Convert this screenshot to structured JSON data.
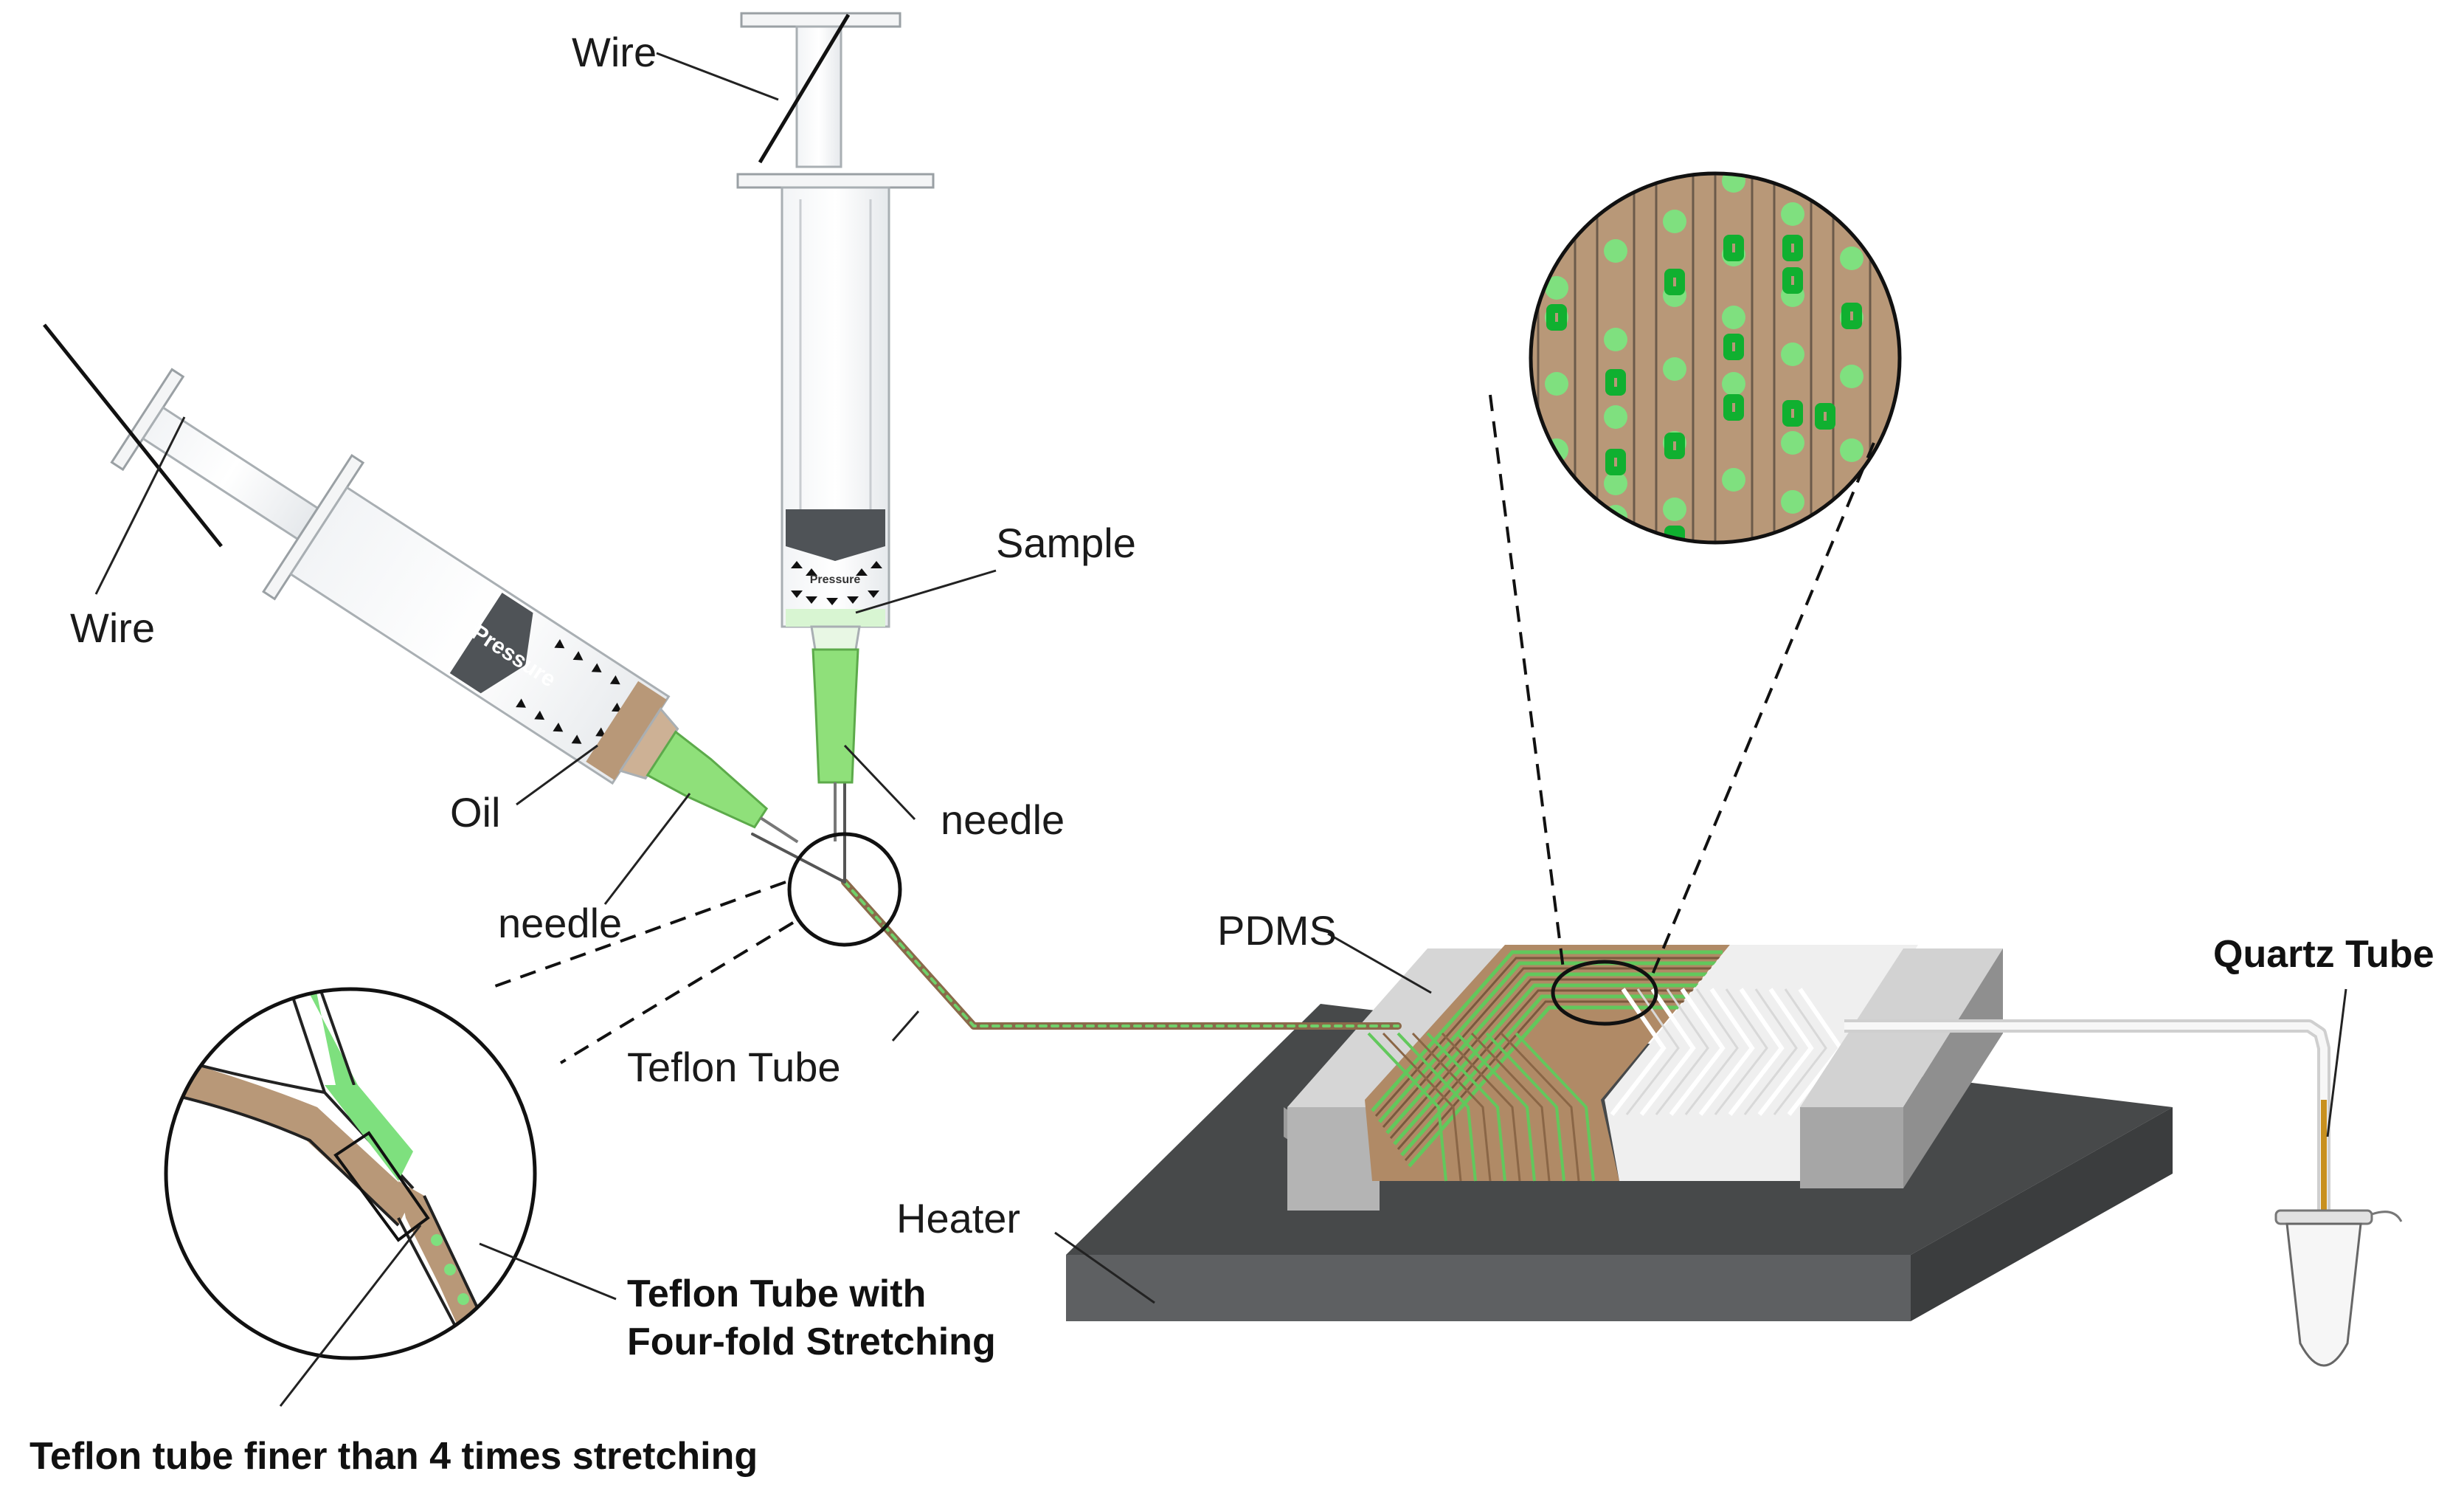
{
  "labels": {
    "wire_top": "Wire",
    "wire_left": "Wire",
    "sample": "Sample",
    "oil": "Oil",
    "needle_left": "needle",
    "needle_right": "needle",
    "pdms": "PDMS",
    "teflon_tube": "Teflon Tube",
    "quartz_tube": "Quartz Tube",
    "heater": "Heater",
    "stretch_line1": "Teflon Tube with",
    "stretch_line2": "Four-fold Stretching",
    "finer_tube": "Teflon tube finer than 4 times stretching",
    "pressure_left": "Pressure",
    "pressure_top": "Pressure"
  },
  "colors": {
    "oil": "#b89878",
    "sample": "#7ee07e",
    "droplet": "#7fe07f",
    "dna": "#10b030",
    "heater_top": "#4a4c4d",
    "heater_front": "#5f6163",
    "pdms_gray": "#c6c6c6",
    "piston": "#505457",
    "line": "#222222"
  },
  "icons": {
    "syringe": "syringe-icon",
    "needle": "needle-hub-icon",
    "microtube": "microcentrifuge-tube-icon"
  }
}
